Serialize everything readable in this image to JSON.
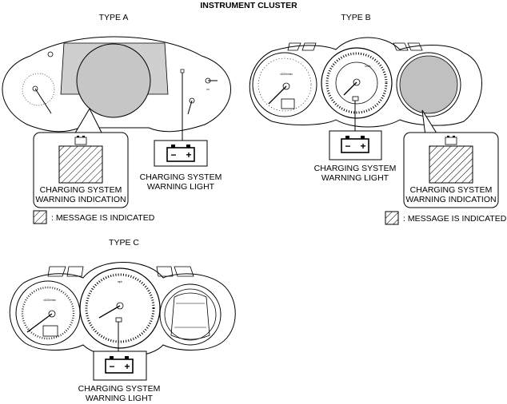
{
  "title": "INSTRUMENT CLUSTER",
  "type_a": {
    "heading": "TYPE A",
    "indication_line1": "CHARGING SYSTEM",
    "indication_line2": "WARNING INDICATION",
    "light_line1": "CHARGING SYSTEM",
    "light_line2": "WARNING LIGHT",
    "legend_text": ": MESSAGE IS INDICATED"
  },
  "type_b": {
    "heading": "TYPE B",
    "light_line1": "CHARGING SYSTEM",
    "light_line2": "WARNING LIGHT",
    "indication_line1": "CHARGING SYSTEM",
    "indication_line2": "WARNING INDICATION",
    "legend_text": ": MESSAGE IS INDICATED"
  },
  "type_c": {
    "heading": "TYPE C",
    "light_line1": "CHARGING SYSTEM",
    "light_line2": "WARNING LIGHT"
  },
  "battery_symbol": {
    "minus": "−",
    "plus": "+"
  },
  "gauge_labels": {
    "odometer_unit": "x1000r/min",
    "speed_unit": "km/h",
    "speed_unit_c": "mph"
  },
  "colors": {
    "line": "#000000",
    "lcd_fill": "#cfcfcf",
    "screen_fill": "#c0c0c0"
  }
}
